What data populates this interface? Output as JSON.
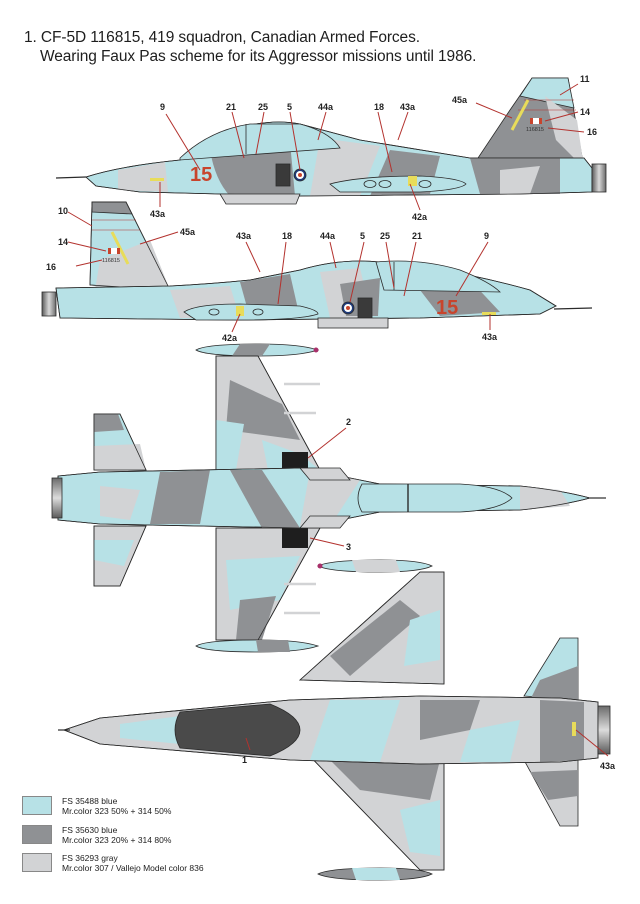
{
  "title": {
    "line1": "1. CF-5D 116815, 419 squadron, Canadian Armed Forces.",
    "line2": "Wearing Faux Pas scheme for its Aggressor missions until 1986."
  },
  "colors": {
    "light_blue": "#b7e1e6",
    "dark_gray": "#8f9194",
    "light_gray": "#d2d3d5",
    "outline": "#2b2b2b",
    "callout_line": "#b3322e",
    "code_red": "#c8442c",
    "decal_yellow": "#e8dc5a"
  },
  "views": {
    "left_side": {
      "fuselage_code": "15",
      "serial": "116815",
      "callouts": [
        "9",
        "21",
        "25",
        "5",
        "44a",
        "18",
        "43a",
        "45a",
        "11",
        "14",
        "16",
        "43a",
        "42a"
      ]
    },
    "right_side": {
      "fuselage_code": "15",
      "serial": "116815",
      "callouts": [
        "10",
        "14",
        "16",
        "45a",
        "43a",
        "18",
        "44a",
        "5",
        "25",
        "21",
        "9",
        "43a",
        "42a"
      ]
    },
    "top": {
      "callouts": [
        "2",
        "3"
      ]
    },
    "bottom": {
      "callouts": [
        "1",
        "43a"
      ]
    }
  },
  "labels": {
    "l9": "9",
    "l21": "21",
    "l25": "25",
    "l5": "5",
    "l44a": "44a",
    "l18": "18",
    "l43a": "43a",
    "l45a": "45a",
    "l11": "11",
    "l14": "14",
    "l16": "16",
    "l42a": "42a",
    "l10": "10",
    "l2": "2",
    "l3": "3",
    "l1": "1"
  },
  "legend": [
    {
      "swatch": "#b7e1e6",
      "name": "FS 35488 blue",
      "mix": "Mr.color 323 50% + 314 50%"
    },
    {
      "swatch": "#8f9194",
      "name": "FS 35630 blue",
      "mix": "Mr.color 323 20% + 314 80%"
    },
    {
      "swatch": "#d2d3d5",
      "name": "FS 36293 gray",
      "mix": "Mr.color 307 / Vallejo Model color 836"
    }
  ]
}
